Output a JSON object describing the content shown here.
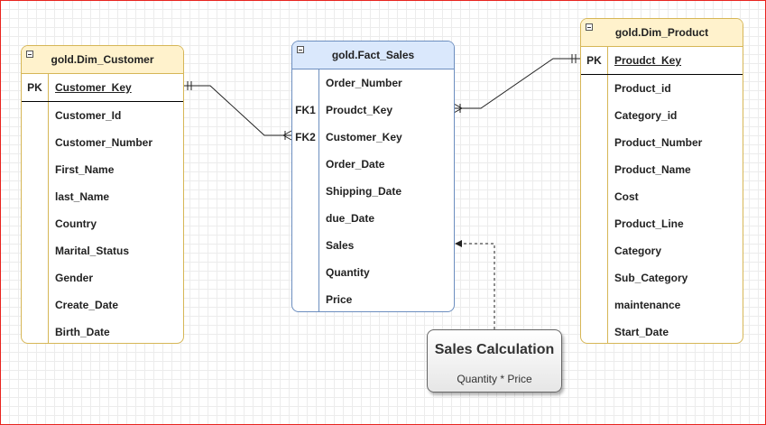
{
  "tables": {
    "customer": {
      "title": "gold.Dim_Customer",
      "rows": [
        {
          "key": "PK",
          "field": "Customer_Key"
        },
        {
          "key": "",
          "field": "Customer_Id"
        },
        {
          "key": "",
          "field": "Customer_Number"
        },
        {
          "key": "",
          "field": "First_Name"
        },
        {
          "key": "",
          "field": "last_Name"
        },
        {
          "key": "",
          "field": "Country"
        },
        {
          "key": "",
          "field": "Marital_Status"
        },
        {
          "key": "",
          "field": "Gender"
        },
        {
          "key": "",
          "field": "Create_Date"
        },
        {
          "key": "",
          "field": "Birth_Date"
        }
      ]
    },
    "sales": {
      "title": "gold.Fact_Sales",
      "rows": [
        {
          "key": "",
          "field": "Order_Number"
        },
        {
          "key": "FK1",
          "field": "Proudct_Key"
        },
        {
          "key": "FK2",
          "field": "Customer_Key"
        },
        {
          "key": "",
          "field": "Order_Date"
        },
        {
          "key": "",
          "field": "Shipping_Date"
        },
        {
          "key": "",
          "field": "due_Date"
        },
        {
          "key": "",
          "field": "Sales"
        },
        {
          "key": "",
          "field": "Quantity"
        },
        {
          "key": "",
          "field": "Price"
        }
      ]
    },
    "product": {
      "title": "gold.Dim_Product",
      "rows": [
        {
          "key": "PK",
          "field": "Proudct_Key"
        },
        {
          "key": "",
          "field": "Product_id"
        },
        {
          "key": "",
          "field": "Category_id"
        },
        {
          "key": "",
          "field": "Product_Number"
        },
        {
          "key": "",
          "field": "Product_Name"
        },
        {
          "key": "",
          "field": "Cost"
        },
        {
          "key": "",
          "field": "Product_Line"
        },
        {
          "key": "",
          "field": "Category"
        },
        {
          "key": "",
          "field": "Sub_Category"
        },
        {
          "key": "",
          "field": "maintenance"
        },
        {
          "key": "",
          "field": "Start_Date"
        }
      ]
    }
  },
  "note": {
    "title": "Sales Calculation",
    "formula": "Quantity * Price"
  },
  "colors": {
    "dim_header": "#fff2cc",
    "dim_border": "#d6b656",
    "fact_header": "#dae8fc",
    "fact_border": "#6c8ebf",
    "frame": "#e8241f"
  }
}
